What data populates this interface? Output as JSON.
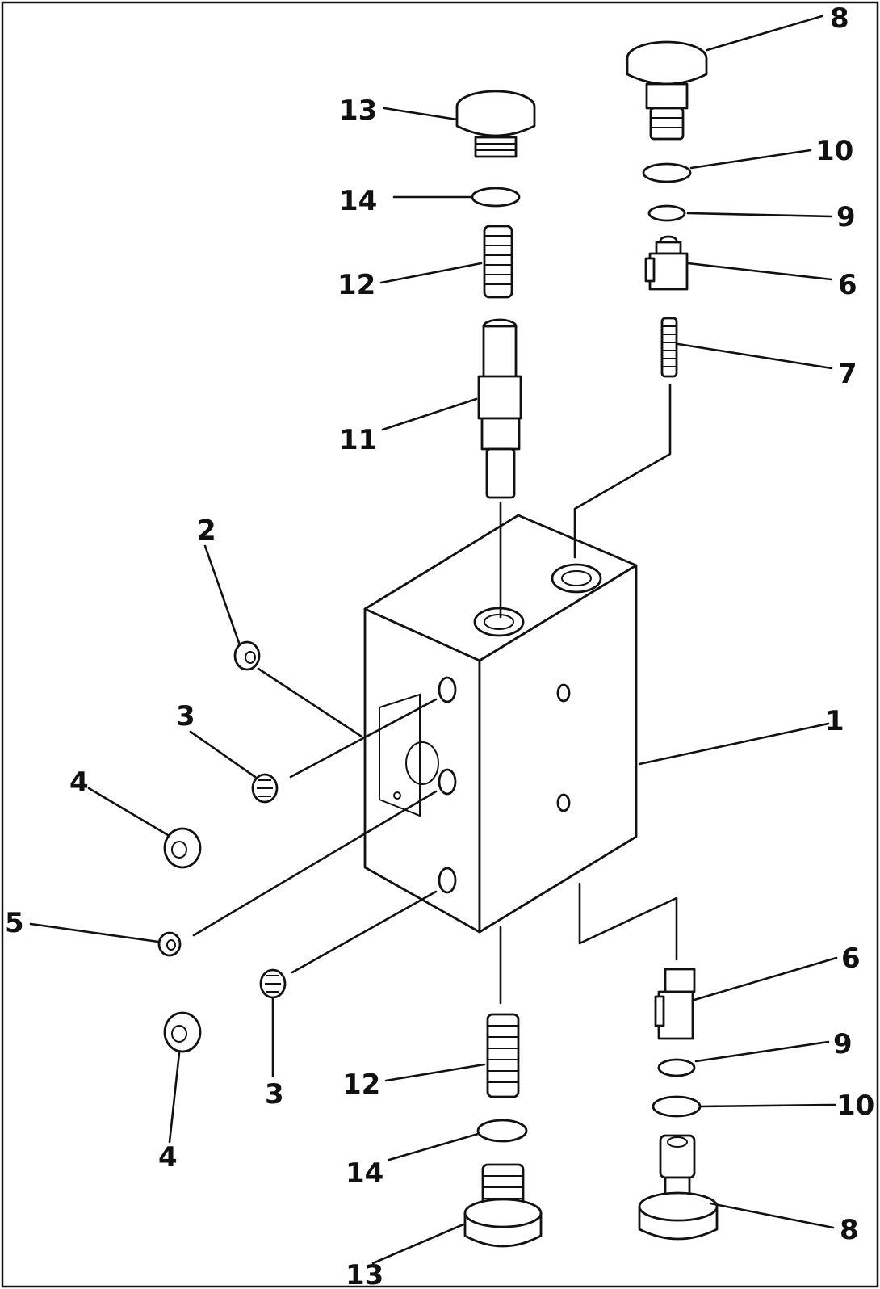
{
  "labels": {
    "l1": "1",
    "l2": "2",
    "l3a": "3",
    "l3b": "3",
    "l4a": "4",
    "l4b": "4",
    "l5": "5",
    "l6a": "6",
    "l6b": "6",
    "l7": "7",
    "l8a": "8",
    "l8b": "8",
    "l9a": "9",
    "l9b": "9",
    "l10a": "10",
    "l10b": "10",
    "l11": "11",
    "l12a": "12",
    "l12b": "12",
    "l13a": "13",
    "l13b": "13",
    "l14a": "14",
    "l14b": "14"
  }
}
